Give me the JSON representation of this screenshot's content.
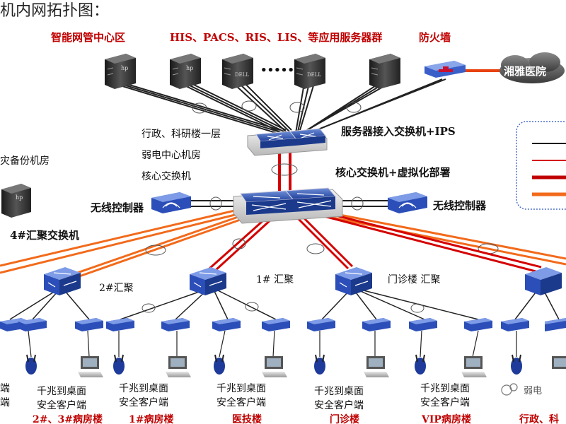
{
  "page_title": "机内网拓扑图：",
  "top_labels": {
    "mgmt_zone": "智能网管中心区",
    "servers": "HIS、PACS、RIS、LIS、等应用服务器群",
    "firewall": "防火墙",
    "hospital": "湘雅医院"
  },
  "device_brands": {
    "hp": "hp",
    "dell": "DELL"
  },
  "ellipsis": "•••••••",
  "core_area": {
    "line1": "行政、科研楼一层",
    "line2": "弱电中心机房",
    "line3": "核心交换机",
    "server_switch": "服务器接入交换机+IPS",
    "core_switch": "核心交换机+虚拟化部署",
    "wireless_left": "无线控制器",
    "wireless_right": "无线控制器",
    "backup_room": "灾备份机房",
    "agg4": "4#汇聚交换机"
  },
  "agg_labels": {
    "agg2": "2#汇聚",
    "agg1": "1# 汇聚",
    "agg_outpatient": "门诊楼 汇聚"
  },
  "clients": [
    {
      "line1": "千兆到桌面",
      "line2": "安全客户端",
      "building": "2#、3#病房楼"
    },
    {
      "line1": "千兆到桌面",
      "line2": "安全客户端",
      "building": "1#病房楼"
    },
    {
      "line1": "千兆到桌面",
      "line2": "安全客户端",
      "building": "医技楼"
    },
    {
      "line1": "千兆到桌面",
      "line2": "安全客户端",
      "building": "门诊楼"
    },
    {
      "line1": "千兆到桌面",
      "line2": "安全客户端",
      "building": "VIP病房楼"
    }
  ],
  "edge_fragments": {
    "left_col1": "端",
    "left_col2": "端",
    "right_building": "行政、科"
  },
  "watermark": "弱电"
}
